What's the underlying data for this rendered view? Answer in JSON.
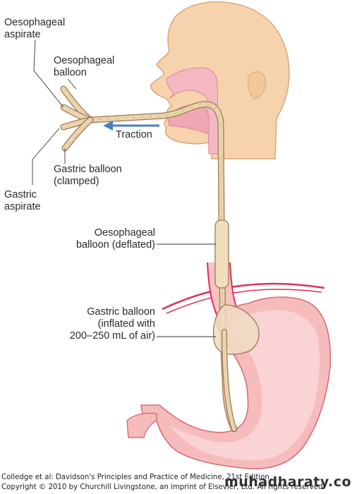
{
  "labels": {
    "oesophageal_aspirate": [
      "Oesophageal",
      "aspirate"
    ],
    "oesophageal_balloon": [
      "Oesophageal",
      "balloon"
    ],
    "traction": "Traction",
    "gastric_balloon_clamped": [
      "Gastric balloon",
      "(clamped)"
    ],
    "gastric_aspirate": [
      "Gastric",
      "aspirate"
    ],
    "oesophageal_balloon_deflated": [
      "Oesophageal",
      "balloon (deflated)"
    ],
    "gastric_balloon_inflated": [
      "Gastric balloon",
      "(inflated with",
      "200–250 mL of air)"
    ]
  },
  "caption": {
    "line1": "Colledge et al: Davidson's Principles and Practice of Medicine, 21st Edition",
    "line2": "Copyright © 2010 by Churchill Livingstone, an imprint of Elsevier, Ltd. All rights reserved."
  },
  "watermark": "muhadharaty.com",
  "colors": {
    "skin": "#f6d3ac",
    "skin_outline": "#d9a77c",
    "mucosa": "#f3b8c2",
    "stomach": "#f6bcbc",
    "stomach_outline": "#d96a78",
    "diaphragm": "#d8335a",
    "tube": "#ead3ad",
    "tube_outline": "#9a7a55",
    "traction_arrow": "#4a7fc7"
  }
}
